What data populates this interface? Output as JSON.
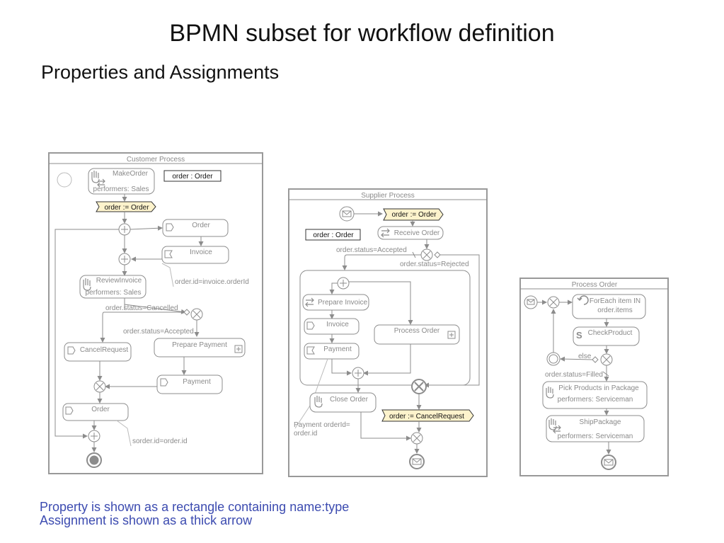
{
  "slide": {
    "title": "BPMN subset for workflow definition",
    "subtitle": "Properties and Assignments",
    "caption_line1": "Property is shown as a rectangle containing name:type",
    "caption_line2": "Assignment is shown as a thick arrow"
  },
  "customer": {
    "title": "Customer Process",
    "make_order": "MakeOrder",
    "make_order_perf": "performers: Sales",
    "property": "order : Order",
    "assign": "order := Order",
    "order_doc": "Order",
    "invoice_doc": "Invoice",
    "id_note": "order.id=invoice.orderId",
    "review": "ReviewInvoice",
    "review_perf": "performers: Sales",
    "cond_cancel": "order.status=Cancelled",
    "cond_accept": "order.status=Accepted",
    "cancel_request": "CancelRequest",
    "prepare_payment": "Prepare Payment",
    "payment": "Payment",
    "order_doc2": "Order",
    "sorder_note": "sorder.id=order.id"
  },
  "supplier": {
    "title": "Supplier Process",
    "assign1": "order := Order",
    "property": "order : Order",
    "receive": "Receive Order",
    "cond_accepted": "order.status=Accepted",
    "cond_rejected": "order.status=Rejected",
    "prepare_invoice": "Prepare Invoice",
    "invoice": "Invoice",
    "payment": "Payment",
    "process_order": "Process Order",
    "close_order": "Close Order",
    "note1": "Payment orderId=",
    "note2": "order.id",
    "assign2": "order := CancelRequest"
  },
  "process_order": {
    "title": "Process Order",
    "foreach1": "ForEach item IN",
    "foreach2": "order.items",
    "check": "CheckProduct",
    "else": "else",
    "cond_filled": "order.status=Filled",
    "pick": "Pick Products in Package",
    "pick_perf": "performers: Serviceman",
    "ship": "ShipPackage",
    "ship_perf": "performers: Serviceman"
  },
  "colors": {
    "line": "#8c8c8c",
    "assign_fill": "#fdf3cc",
    "caption": "#3c4bb0"
  }
}
